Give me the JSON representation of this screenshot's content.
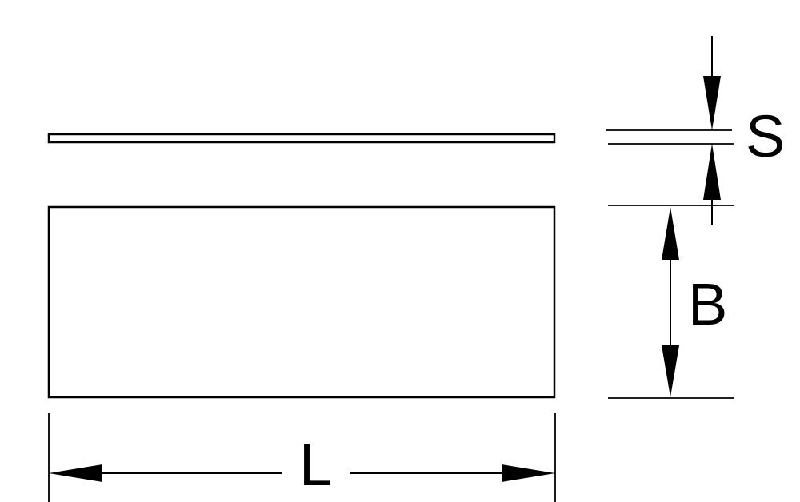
{
  "diagram": {
    "labels": {
      "thickness": "S",
      "width": "B",
      "length": "L"
    },
    "colors": {
      "line": "#000000",
      "background": "#ffffff"
    }
  }
}
